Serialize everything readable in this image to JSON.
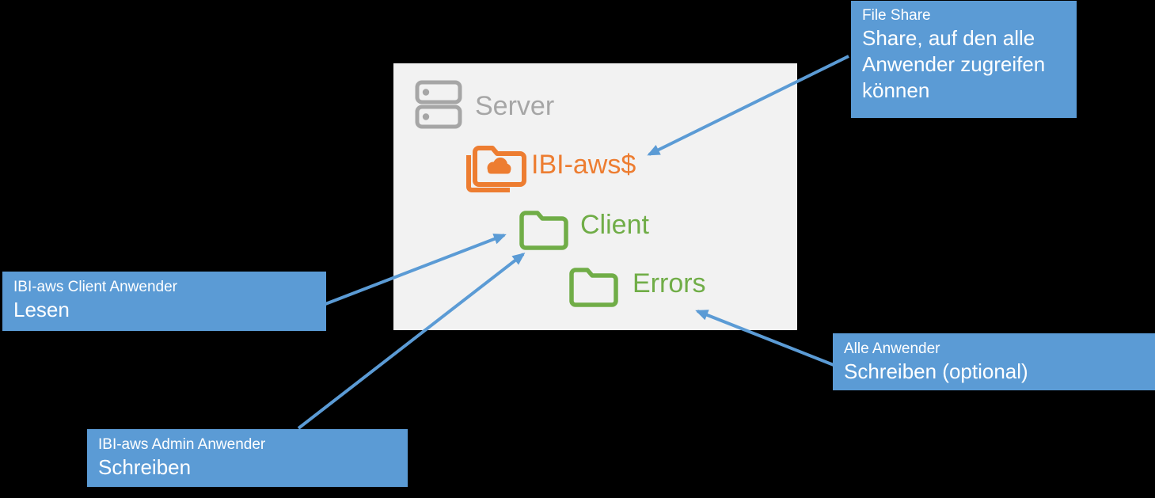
{
  "colors": {
    "background": "#000000",
    "panel_bg": "#F2F2F2",
    "callout_bg": "#5B9BD5",
    "callout_text": "#FFFFFF",
    "arrow_blue": "#5B9BD5",
    "server_gray": "#A6A6A6",
    "shared_folder_orange": "#ED7D31",
    "folder_green": "#70AD47"
  },
  "panel": {
    "server_label": "Server",
    "folders": [
      {
        "name": "IBI-aws$",
        "type": "shared-cloud-folder",
        "color": "#ED7D31"
      },
      {
        "name": "Client",
        "type": "folder",
        "color": "#70AD47"
      },
      {
        "name": "Errors",
        "type": "folder",
        "color": "#70AD47"
      }
    ]
  },
  "callouts": [
    {
      "id": "file-share",
      "title": "File Share",
      "body": "Share, auf den alle\nAnwender zugreifen\nkönnen"
    },
    {
      "id": "ibi-aws-client-anwender",
      "title": "IBI-aws Client Anwender",
      "body": "Lesen"
    },
    {
      "id": "ibi-aws-admin-anwender",
      "title": "IBI-aws Admin Anwender",
      "body": "Schreiben"
    },
    {
      "id": "alle-anwender",
      "title": "Alle Anwender",
      "body": "Schreiben (optional)"
    }
  ],
  "arrows": [
    {
      "id": "file-share-to-ibi-aws",
      "from": "callout file-share",
      "to": "folder IBI-aws$"
    },
    {
      "id": "client-anwender-to-client",
      "from": "callout ibi-aws-client-anwender",
      "to": "folder Client"
    },
    {
      "id": "admin-anwender-to-client",
      "from": "callout ibi-aws-admin-anwender",
      "to": "folder Client"
    },
    {
      "id": "alle-anwender-to-errors",
      "from": "callout alle-anwender",
      "to": "folder Errors"
    }
  ]
}
